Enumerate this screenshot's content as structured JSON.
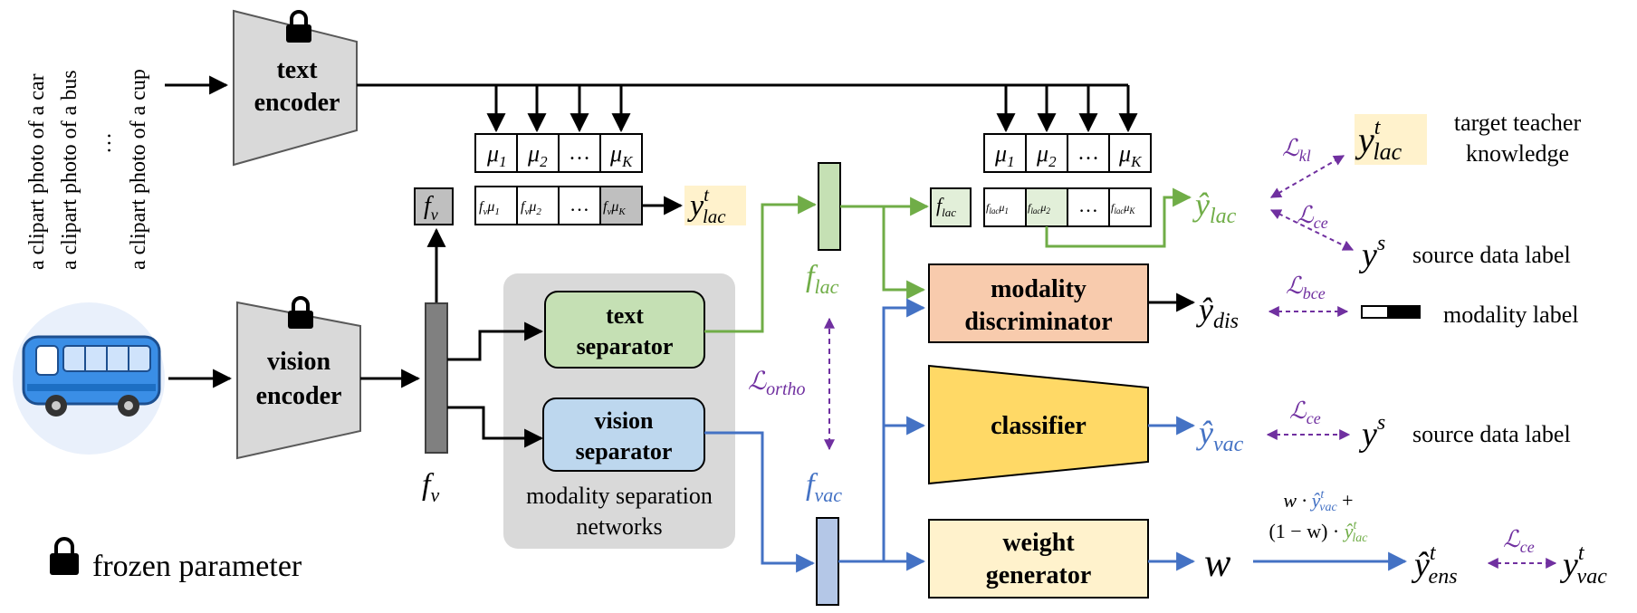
{
  "prompts": [
    "a clipart photo of a car",
    "a clipart photo of a bus",
    "…",
    "a clipart photo of a cup"
  ],
  "text_encoder": {
    "line1": "text",
    "line2": "encoder"
  },
  "vision_encoder": {
    "line1": "vision",
    "line2": "encoder"
  },
  "fv_label": {
    "main": "f",
    "sub": "v"
  },
  "mu_cells": [
    {
      "main": "μ",
      "sub": "1"
    },
    {
      "main": "μ",
      "sub": "2"
    },
    {
      "main": "…",
      "sub": ""
    },
    {
      "main": "μ",
      "sub": "K"
    }
  ],
  "fv_mu_cells": [
    {
      "main": "f",
      "sub": "v",
      "main2": "μ",
      "sub2": "1"
    },
    {
      "main": "f",
      "sub": "v",
      "main2": "μ",
      "sub2": "2"
    },
    {
      "main": "…",
      "sub": "",
      "main2": "",
      "sub2": ""
    },
    {
      "main": "f",
      "sub": "v",
      "main2": "μ",
      "sub2": "K"
    }
  ],
  "flac_mu_cells": [
    {
      "main": "f",
      "sub": "lac",
      "main2": "μ",
      "sub2": "1"
    },
    {
      "main": "f",
      "sub": "lac",
      "main2": "μ",
      "sub2": "2"
    },
    {
      "main": "…",
      "sub": "",
      "main2": "",
      "sub2": ""
    },
    {
      "main": "f",
      "sub": "lac",
      "main2": "μ",
      "sub2": "K"
    }
  ],
  "y_lac_t": {
    "main": "y",
    "sup": "t",
    "sub": "lac"
  },
  "text_separator": {
    "line1": "text",
    "line2": "separator"
  },
  "vision_separator": {
    "line1": "vision",
    "line2": "separator"
  },
  "separation_caption": {
    "line1": "modality separation",
    "line2": "networks"
  },
  "f_lac": {
    "main": "f",
    "sub": "lac"
  },
  "f_vac": {
    "main": "f",
    "sub": "vac"
  },
  "l_ortho": {
    "main": "ℒ",
    "sub": "ortho"
  },
  "modality_discriminator": {
    "line1": "modality",
    "line2": "discriminator"
  },
  "classifier": "classifier",
  "weight_generator": {
    "line1": "weight",
    "line2": "generator"
  },
  "yhat_lac": {
    "main": "ŷ",
    "sub": "lac"
  },
  "yhat_dis": {
    "main": "ŷ",
    "sub": "dis"
  },
  "yhat_vac": {
    "main": "ŷ",
    "sub": "vac"
  },
  "w_symbol": "w",
  "yhat_ens": {
    "main": "ŷ",
    "sup": "t",
    "sub": "ens"
  },
  "y_vac_t": {
    "main": "y",
    "sup": "t",
    "sub": "vac"
  },
  "y_s": {
    "main": "y",
    "sup": "s"
  },
  "losses": {
    "kl": {
      "main": "ℒ",
      "sub": "kl"
    },
    "ce": {
      "main": "ℒ",
      "sub": "ce"
    },
    "bce": {
      "main": "ℒ",
      "sub": "bce"
    }
  },
  "target_teacher": {
    "line1": "target teacher",
    "line2": "knowledge"
  },
  "source_data_label": "source data label",
  "modality_label": "modality label",
  "ensemble_formula": {
    "line1_a": "w · ",
    "line1_b": "ŷ",
    "line1_b_sup": "t",
    "line1_b_sub": "vac",
    "line1_c": " +",
    "line2_a": "(1 − w) · ",
    "line2_b": "ŷ",
    "line2_b_sup": "t",
    "line2_b_sub": "lac"
  },
  "frozen_parameter": "frozen parameter",
  "colors": {
    "green": "#70ad47",
    "blue": "#4472c4",
    "purple": "#7030a0",
    "orange_fill": "#f8cbad",
    "yellow_fill": "#ffd966",
    "weight_fill": "#fff2cc",
    "green_fill": "#c5e0b4",
    "blue_fill": "#bdd7ee",
    "gray_fill": "#d9d9d9",
    "highlight": "#fff2cc"
  },
  "icons": [
    "lock-icon",
    "bus-icon"
  ]
}
